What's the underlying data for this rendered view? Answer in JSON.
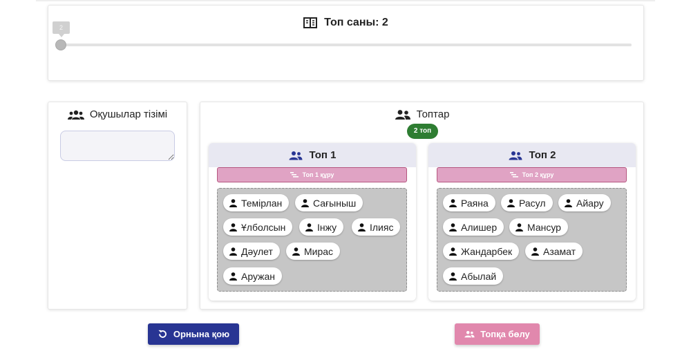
{
  "slider": {
    "title": "Топ саны: 2",
    "value": 2,
    "min": 2,
    "max": 10,
    "tooltip": "2",
    "icon": "book-icon"
  },
  "students": {
    "title": "Оқушылар тізімі",
    "icon": "people-icon",
    "input_value": ""
  },
  "groups": {
    "title": "Топтар",
    "icon": "people-icon",
    "count_badge": "2 топ",
    "list": [
      {
        "name": "Топ 1",
        "form_label": "Топ 1 құру",
        "members": [
          "Темірлан",
          "Сағыныш",
          "Ұлболсын",
          "Інжу",
          "Ілияс",
          "Дәулет",
          "Мирас",
          "Аружан"
        ]
      },
      {
        "name": "Топ 2",
        "form_label": "Топ 2 құру",
        "members": [
          "Раяна",
          "Расул",
          "Айару",
          "Алишер",
          "Мансур",
          "Жандарбек",
          "Азамат",
          "Абылай"
        ]
      }
    ]
  },
  "actions": {
    "reset_label": "Орнына қою",
    "split_label": "Топқа бөлу"
  },
  "colors": {
    "primary": "#283593",
    "accent_pink": "#e188ad",
    "badge_green": "#2e7d32",
    "group_icon": "#283593"
  }
}
